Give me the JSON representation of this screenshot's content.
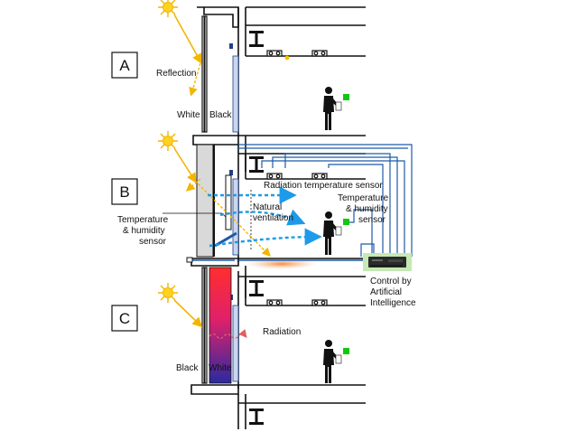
{
  "panels": [
    {
      "id": "A",
      "label": "A"
    },
    {
      "id": "B",
      "label": "B"
    },
    {
      "id": "C",
      "label": "C"
    }
  ],
  "labels": {
    "reflection": "Reflection",
    "white_a": "White",
    "black_a": "Black",
    "radiation_temp_sensor": "Radiation temperature sensor",
    "temp_humidity_right": [
      "Temperature",
      "& humidity",
      "sensor"
    ],
    "natural_ventilation": [
      "Natural",
      "ventilation"
    ],
    "temp_humidity_left": [
      "Temperature",
      "& humidity",
      "sensor"
    ],
    "control": [
      "Control by",
      "Artificial",
      "Intelligence"
    ],
    "radiation": "Radiation",
    "black_c": "Black",
    "white_c": "White"
  },
  "colors": {
    "sun": "#FFD21F",
    "sun_ray": "#F2B600",
    "vent_arrow": "#1E9BE8",
    "sensor_wire": "#1F5AA8",
    "occupant_square": "#11C711",
    "panel_b_fill": "#D9D9D9",
    "heat_top": "#FF3030",
    "heat_bottom": "#2A2AA8",
    "glass": "#C9D6EE",
    "controller_bg": "#C5E8B5"
  }
}
